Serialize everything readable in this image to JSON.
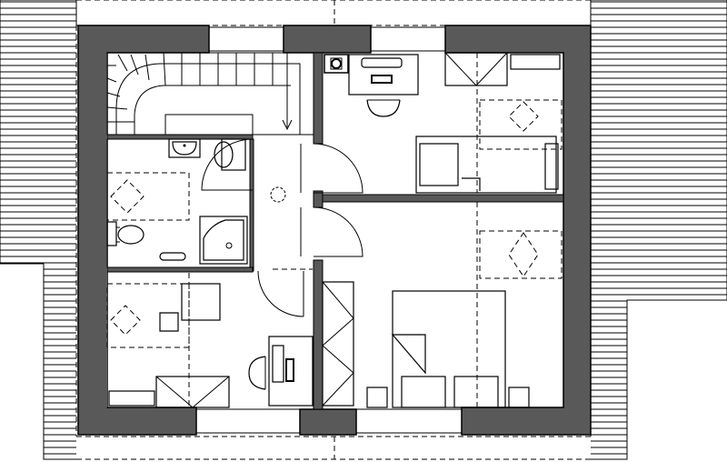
{
  "plan": {
    "wall_color": "#595959",
    "line_color": "#000000",
    "background": "#ffffff",
    "rooms": [
      "stairwell",
      "bathroom",
      "hallway",
      "study-bedroom",
      "bedroom",
      "master-bedroom"
    ],
    "icons": [
      "chimney-icon",
      "shower-icon",
      "toilet-icon",
      "sink-icon",
      "bed-icon",
      "desk-icon",
      "chair-icon",
      "wardrobe-icon",
      "velux-window-icon",
      "radiator-icon",
      "door-swing-icon"
    ]
  }
}
